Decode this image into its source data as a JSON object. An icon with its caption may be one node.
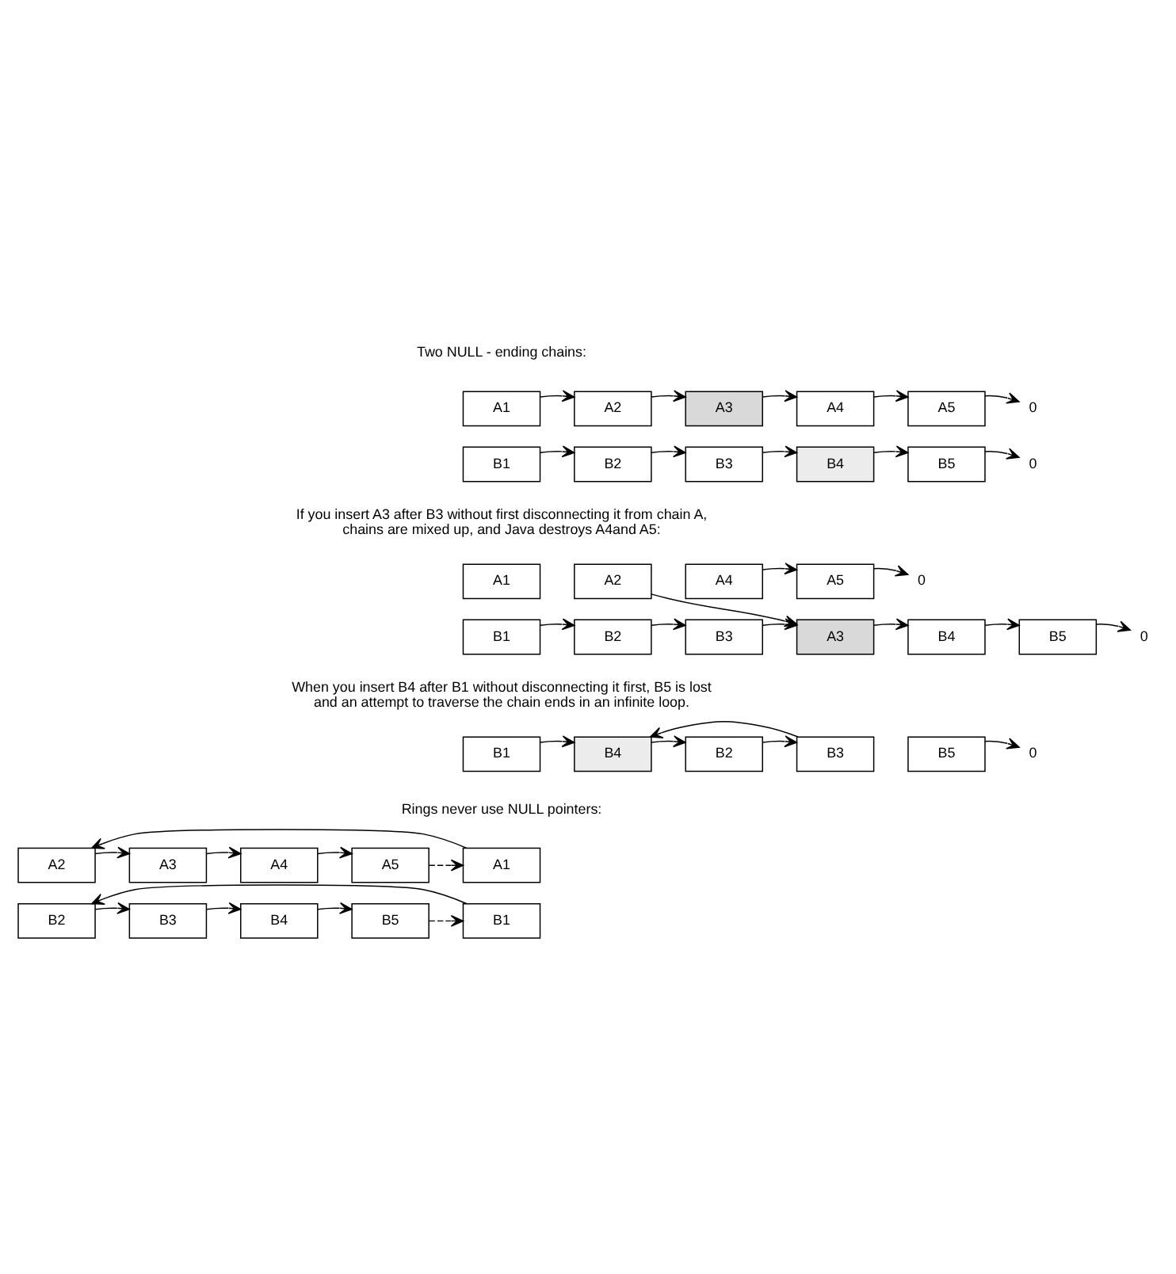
{
  "diagram": {
    "nodes": [
      {
        "text": [
          "A1"
        ]
      },
      {
        "text": [
          "A2"
        ]
      },
      {
        "text": [
          "A3"
        ]
      },
      {
        "text": [
          "A4"
        ]
      },
      {
        "text": [
          "A5"
        ]
      },
      {
        "text": [
          "0"
        ]
      },
      {
        "text": [
          "B1"
        ]
      },
      {
        "text": [
          "B2"
        ]
      },
      {
        "text": [
          "B3"
        ]
      },
      {
        "text": [
          "B4"
        ]
      },
      {
        "text": [
          "B5"
        ]
      },
      {
        "text": [
          "0"
        ]
      },
      {
        "text": [
          "A1"
        ]
      },
      {
        "text": [
          "A2"
        ]
      },
      {
        "text": [
          "A4"
        ]
      },
      {
        "text": [
          "A5"
        ]
      },
      {
        "text": [
          "0"
        ]
      },
      {
        "text": [
          "B1"
        ]
      },
      {
        "text": [
          "B2"
        ]
      },
      {
        "text": [
          "B3"
        ]
      },
      {
        "text": [
          "A3"
        ]
      },
      {
        "text": [
          "B4"
        ]
      },
      {
        "text": [
          "B5"
        ]
      },
      {
        "text": [
          "0"
        ]
      },
      {
        "text": [
          "B1"
        ]
      },
      {
        "text": [
          "B4"
        ]
      },
      {
        "text": [
          "B2"
        ]
      },
      {
        "text": [
          "B3"
        ]
      },
      {
        "text": [
          "B5"
        ]
      },
      {
        "text": [
          "0"
        ]
      },
      {
        "text": [
          "A1"
        ]
      },
      {
        "text": [
          "A2"
        ]
      },
      {
        "text": [
          "A3"
        ]
      },
      {
        "text": [
          "A4"
        ]
      },
      {
        "text": [
          "A5"
        ]
      },
      {
        "text": [
          "B1"
        ]
      },
      {
        "text": [
          "B2"
        ]
      },
      {
        "text": [
          "B3"
        ]
      },
      {
        "text": [
          "B4"
        ]
      },
      {
        "text": [
          "B5"
        ]
      }
    ],
    "edges": [
      {
        "from": 0,
        "to": 1,
        "arrow": "to"
      },
      {
        "from": 1,
        "to": 2,
        "arrow": "to"
      },
      {
        "from": 2,
        "to": 3,
        "arrow": "to"
      },
      {
        "from": 3,
        "to": 4,
        "arrow": "to"
      },
      {
        "from": 4,
        "to": 5,
        "arrow": "to"
      },
      {
        "from": 6,
        "to": 7,
        "arrow": "to"
      },
      {
        "from": 7,
        "to": 8,
        "arrow": "to"
      },
      {
        "from": 8,
        "to": 9,
        "arrow": "to"
      },
      {
        "from": 9,
        "to": 10,
        "arrow": "to"
      },
      {
        "from": 10,
        "to": 11,
        "arrow": "to"
      },
      {
        "from": 13,
        "to": 20,
        "arrow": "to"
      },
      {
        "from": 14,
        "to": 15,
        "arrow": "to"
      },
      {
        "from": 15,
        "to": 16,
        "arrow": "to"
      },
      {
        "from": 17,
        "to": 18,
        "arrow": "to"
      },
      {
        "from": 18,
        "to": 19,
        "arrow": "to"
      },
      {
        "from": 19,
        "to": 20,
        "arrow": "to"
      },
      {
        "from": 20,
        "to": 21,
        "arrow": "to"
      },
      {
        "from": 21,
        "to": 22,
        "arrow": "to"
      },
      {
        "from": 22,
        "to": 23,
        "arrow": "to"
      },
      {
        "from": 24,
        "to": 25,
        "arrow": "to"
      },
      {
        "from": 25,
        "to": 26,
        "arrow": "to"
      },
      {
        "from": 26,
        "to": 27,
        "arrow": "to"
      },
      {
        "from": 27,
        "to": 25,
        "arrow": "to"
      },
      {
        "from": 28,
        "to": 29,
        "arrow": "to"
      },
      {
        "from": 30,
        "to": 31,
        "arrow": "to"
      },
      {
        "from": 31,
        "to": 32,
        "arrow": "to"
      },
      {
        "from": 32,
        "to": 33,
        "arrow": "to"
      },
      {
        "from": 33,
        "to": 34,
        "arrow": "to"
      },
      {
        "from": 34,
        "to": 30,
        "arrow": "to",
        "style": "dashed"
      },
      {
        "from": 35,
        "to": 36,
        "arrow": "to"
      },
      {
        "from": 36,
        "to": 37,
        "arrow": "to"
      },
      {
        "from": 37,
        "to": 38,
        "arrow": "to"
      },
      {
        "from": 38,
        "to": 39,
        "arrow": "to"
      },
      {
        "from": 39,
        "to": 35,
        "arrow": "to",
        "style": "dashed"
      }
    ],
    "labels": [
      "Two NULL - ending chains:",
      "If you insert A3 after B3 without first disconnecting it from chain A, chains are mixed up, and Java destroys A4and A5:",
      "When you insert B4 after B1 without disconnecting it first, B5 is lost and an attempt to traverse the chain ends in an infinite loop.",
      "Rings never use NULL pointers:"
    ]
  }
}
